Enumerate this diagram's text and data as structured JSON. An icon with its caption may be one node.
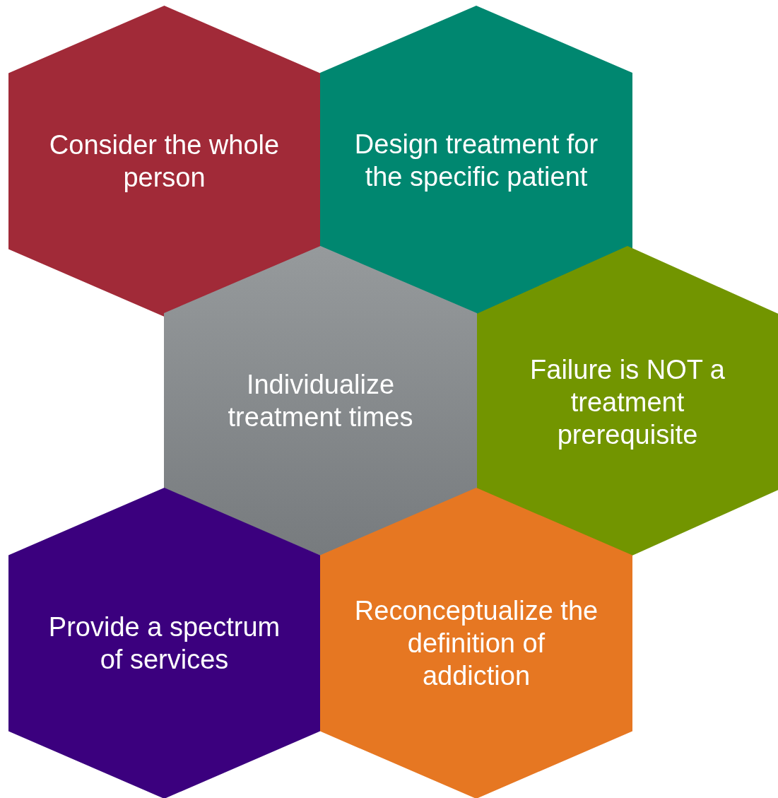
{
  "diagram": {
    "nodes": [
      {
        "text": [
          "Consider the whole person"
        ]
      },
      {
        "text": [
          "Design treatment for the specific patient"
        ]
      },
      {
        "text": [
          "Individualize treatment times"
        ]
      },
      {
        "text": [
          "Failure is NOT a treatment prerequisite"
        ]
      },
      {
        "text": [
          "Provide a spectrum of services"
        ]
      },
      {
        "text": [
          "Reconceptualize the definition of addiction"
        ]
      }
    ]
  }
}
